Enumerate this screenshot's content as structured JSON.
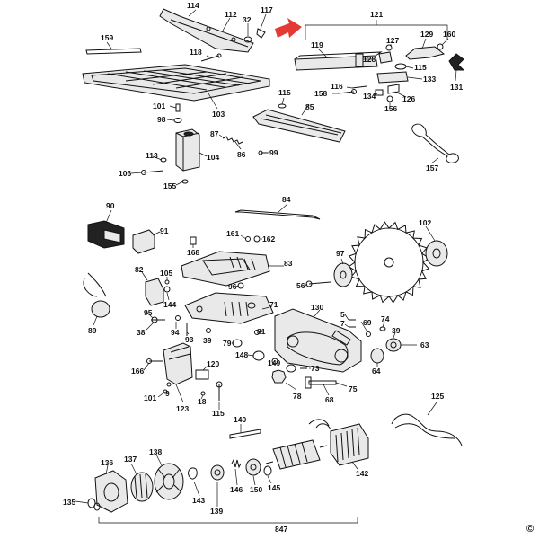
{
  "diagram": {
    "copyright_mark": "©",
    "arrow_color": "#e53935",
    "group_121": "121",
    "group_847": "847",
    "labels": {
      "p114": "114",
      "p112": "112",
      "p117": "117",
      "p32": "32",
      "p121": "121",
      "p159": "159",
      "p118": "118",
      "p119": "119",
      "p127": "127",
      "p129": "129",
      "p160": "160",
      "p128": "128",
      "p115a": "115",
      "p133": "133",
      "p131": "131",
      "p116": "116",
      "p158": "158",
      "p134": "134",
      "p126": "126",
      "p156": "156",
      "p101a": "101",
      "p98": "98",
      "p103": "103",
      "p115b": "115",
      "p85": "85",
      "p87": "87",
      "p86": "86",
      "p99": "99",
      "p113": "113",
      "p104": "104",
      "p106": "106",
      "p155": "155",
      "p157": "157",
      "p84": "84",
      "p90": "90",
      "p91": "91",
      "p102": "102",
      "p168": "168",
      "p161": "161",
      "p162": "162",
      "p97": "97",
      "p82": "82",
      "p105": "105",
      "p83": "83",
      "p56": "56",
      "p96": "96",
      "p144": "144",
      "p89": "89",
      "p95": "95",
      "p38": "38",
      "p94": "94",
      "p93": "93",
      "p71": "71",
      "p130": "130",
      "p5": "5",
      "p7": "7",
      "p69": "69",
      "p74": "74",
      "p39a": "39",
      "p39b": "39",
      "p63": "63",
      "p79": "79",
      "p81": "81",
      "p148": "148",
      "p149": "149",
      "p73": "73",
      "p64": "64",
      "p166": "166",
      "p120": "120",
      "p75": "75",
      "p101b": "101",
      "p78": "78",
      "p68": "68",
      "p125": "125",
      "p18": "18",
      "p123": "123",
      "p115c": "115",
      "p140": "140",
      "p138": "138",
      "p136": "136",
      "p137": "137",
      "p142": "142",
      "p145": "145",
      "p146": "146",
      "p150": "150",
      "p143": "143",
      "p135": "135",
      "p139": "139",
      "p9": "9"
    }
  }
}
